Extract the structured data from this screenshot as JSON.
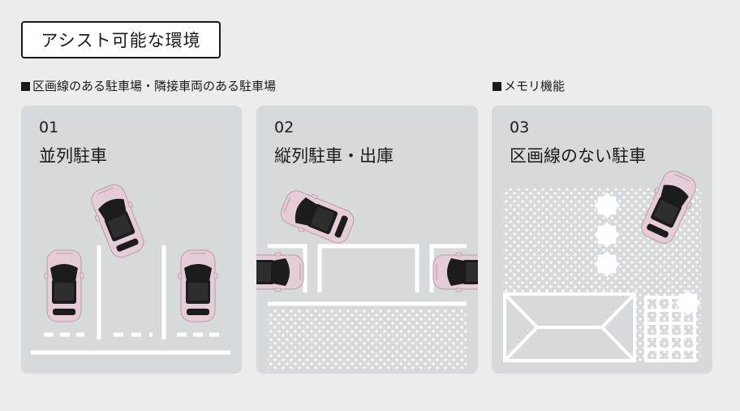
{
  "header": {
    "title": "アシスト可能な環境"
  },
  "sections": [
    {
      "label": "区画線のある駐車場・隣接車両のある駐車場"
    },
    {
      "label": "メモリ機能"
    }
  ],
  "cards": [
    {
      "number": "01",
      "name": "並列駐車"
    },
    {
      "number": "02",
      "name": "縦列駐車・出庫"
    },
    {
      "number": "03",
      "name": "区画線のない駐車"
    }
  ],
  "colors": {
    "background": "#ececec",
    "card": "#d7dadd",
    "car_body": "#e6ccd9",
    "car_roof": "#1c1c1c",
    "lines": "#ffffff"
  }
}
